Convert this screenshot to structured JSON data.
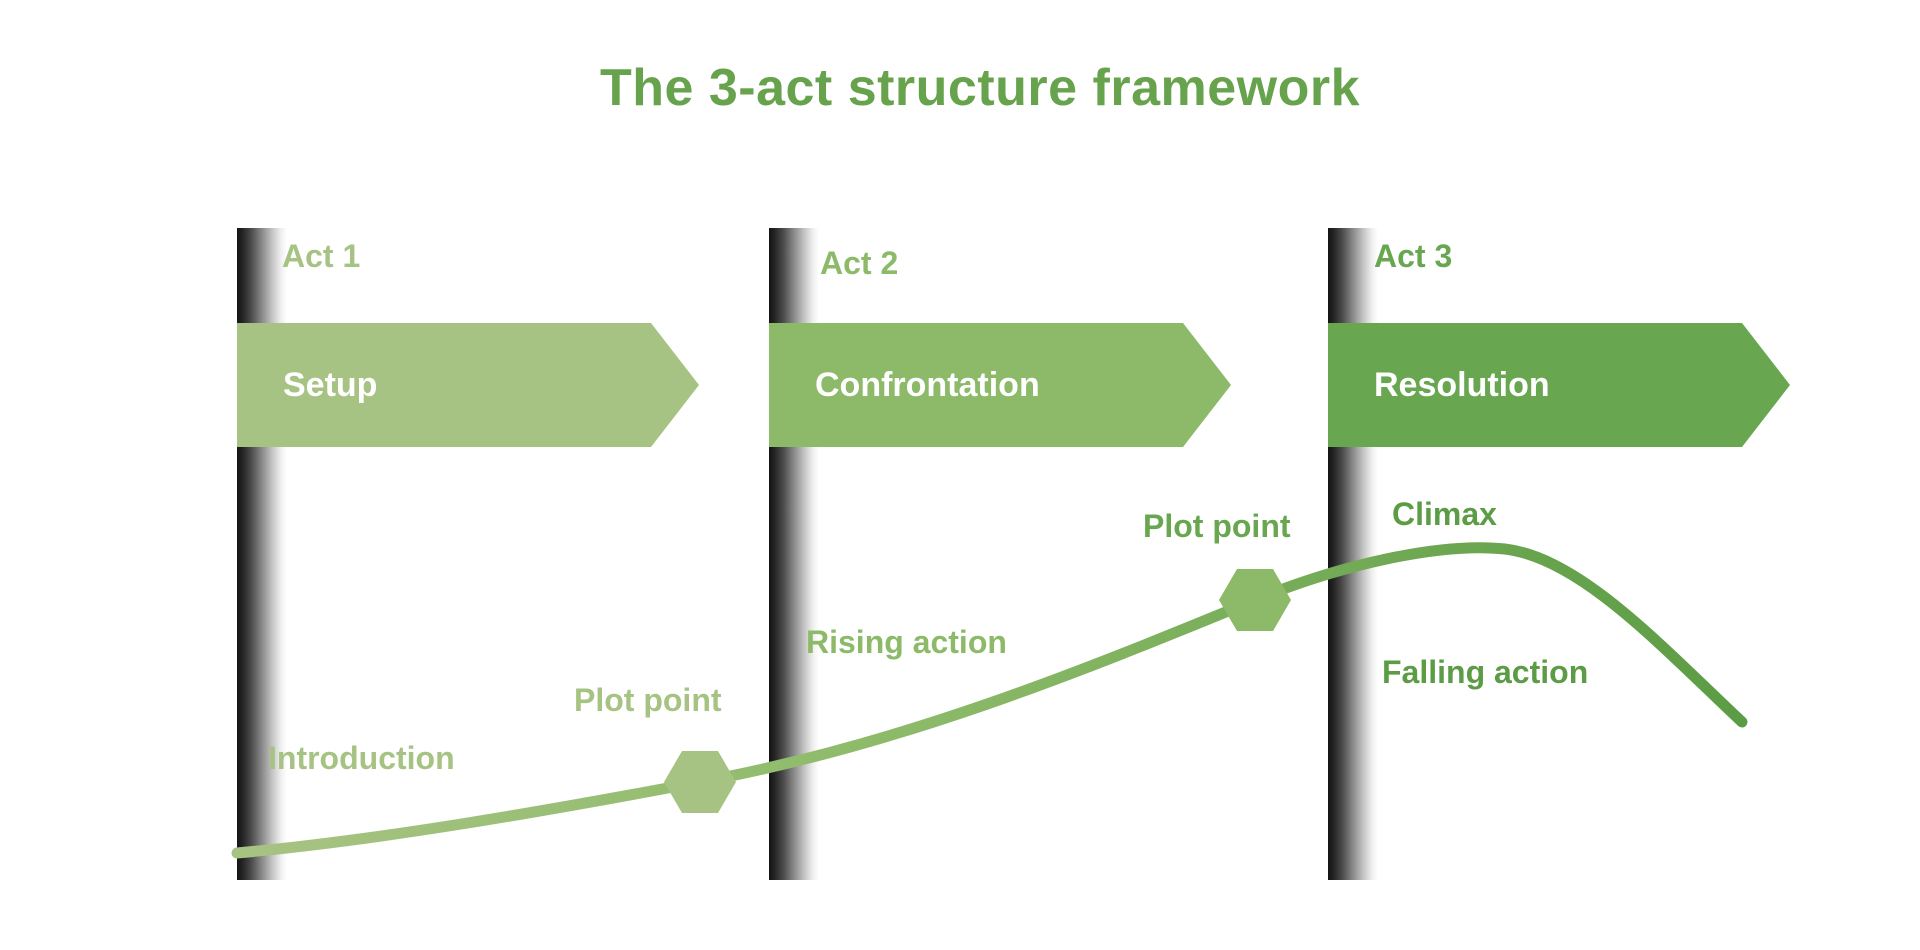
{
  "title": "The 3-act structure framework",
  "colors": {
    "title_green": "#67a24c",
    "act1_green": "#a7c383",
    "act2_green": "#8cba68",
    "act3_green": "#68a750",
    "arc_gradient_start": "#a7c383",
    "arc_gradient_mid": "#8cba68",
    "arc_gradient_end": "#5c9c45",
    "spine_dark": "#141414",
    "banner_text": "#ffffff",
    "background": "#ffffff"
  },
  "acts": [
    {
      "label": "Act 1",
      "banner": "Setup"
    },
    {
      "label": "Act 2",
      "banner": "Confrontation"
    },
    {
      "label": "Act 3",
      "banner": "Resolution"
    }
  ],
  "arc_labels": {
    "introduction": "Introduction",
    "plot_point_1": "Plot point",
    "rising_action": "Rising action",
    "plot_point_2": "Plot point",
    "climax": "Climax",
    "falling_action": "Falling action"
  }
}
